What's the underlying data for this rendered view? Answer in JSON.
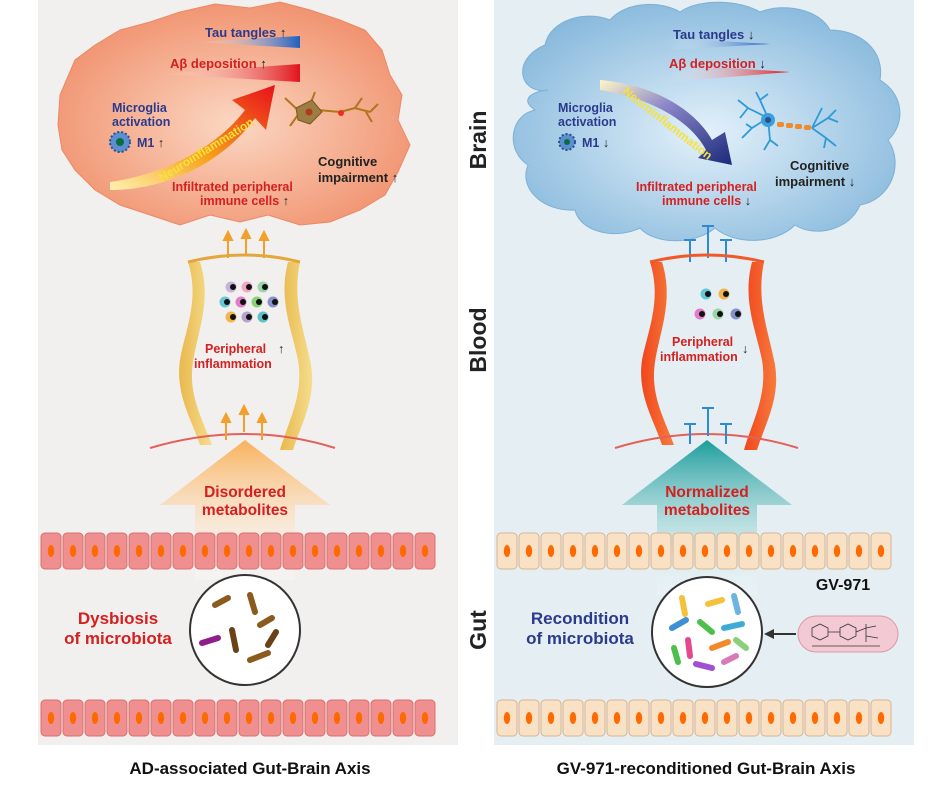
{
  "left": {
    "tau": "Tau tangles",
    "abeta": "Aβ deposition",
    "microglia_1": "Microglia",
    "microglia_2": "activation",
    "m1": "M1",
    "neuro": "Neuroinflammation",
    "cognitive_1": "Cognitive",
    "cognitive_2": "impairment",
    "infiltrated_1": "Infiltrated peripheral",
    "infiltrated_2": "immune cells",
    "peripheral_1": "Peripheral",
    "peripheral_2": "inflammation",
    "metabolites_1": "Disordered",
    "metabolites_2": "metabolites",
    "microbiota_1": "Dysbiosis",
    "microbiota_2": "of microbiota",
    "caption": "AD-associated Gut-Brain Axis",
    "up": "↑"
  },
  "right": {
    "tau": "Tau tangles",
    "abeta": "Aβ deposition",
    "microglia_1": "Microglia",
    "microglia_2": "activation",
    "m1": "M1",
    "neuro": "Neuroinflammation",
    "cognitive_1": "Cognitive",
    "cognitive_2": "impairment",
    "infiltrated_1": "Infiltrated peripheral",
    "infiltrated_2": "immune cells",
    "peripheral_1": "Peripheral",
    "peripheral_2": "inflammation",
    "metabolites_1": "Normalized",
    "metabolites_2": "metabolites",
    "microbiota_1": "Recondition",
    "microbiota_2": "of microbiota",
    "drug": "GV-971",
    "caption": "GV-971-reconditioned Gut-Brain Axis",
    "down": "↓"
  },
  "sections": {
    "brain": "Brain",
    "blood": "Blood",
    "gut": "Gut"
  },
  "colors": {
    "left_panel": "#f2f0ef",
    "right_panel": "#e4eef3",
    "left_brain": "#f4a382",
    "right_brain": "#a9cce5",
    "red_text": "#d42020",
    "blue_text": "#2b3a8c",
    "gut_cell_left": "#ef8f8f",
    "gut_cell_right": "#f9e1c6",
    "nucleus": "#ff6a00"
  }
}
